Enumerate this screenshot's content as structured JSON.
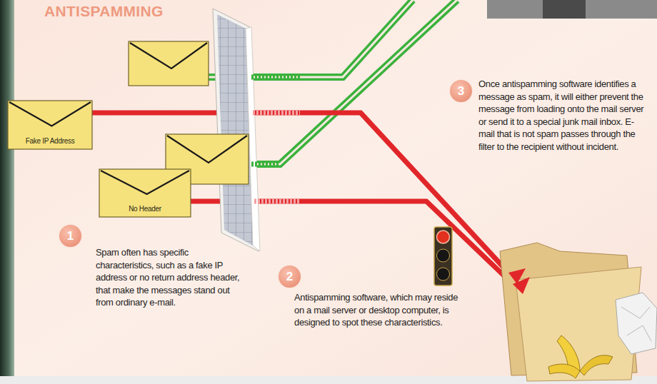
{
  "diagram": {
    "title": "ANTISPAMMING",
    "nodes": [
      {
        "text": [
          "Fake IP Address"
        ]
      },
      {
        "text": [
          "No Header"
        ]
      },
      {
        "text": [
          "1"
        ]
      },
      {
        "text": [
          "2"
        ]
      },
      {
        "text": [
          "3"
        ]
      }
    ],
    "labels": [
      "Spam often has specific characteristics, such as a fake IP address or no return address header, that make the messages stand out from ordinary e-mail.",
      "Antispamming software, which may reside on a mail server or desktop computer, is designed to spot these characteristics.",
      "Once antispamming software identifies a message as spam, it will either prevent the message from loading onto the mail server or send it to a special junk mail inbox. E-mail that is not spam passes through the filter to the recipient without incident."
    ]
  }
}
